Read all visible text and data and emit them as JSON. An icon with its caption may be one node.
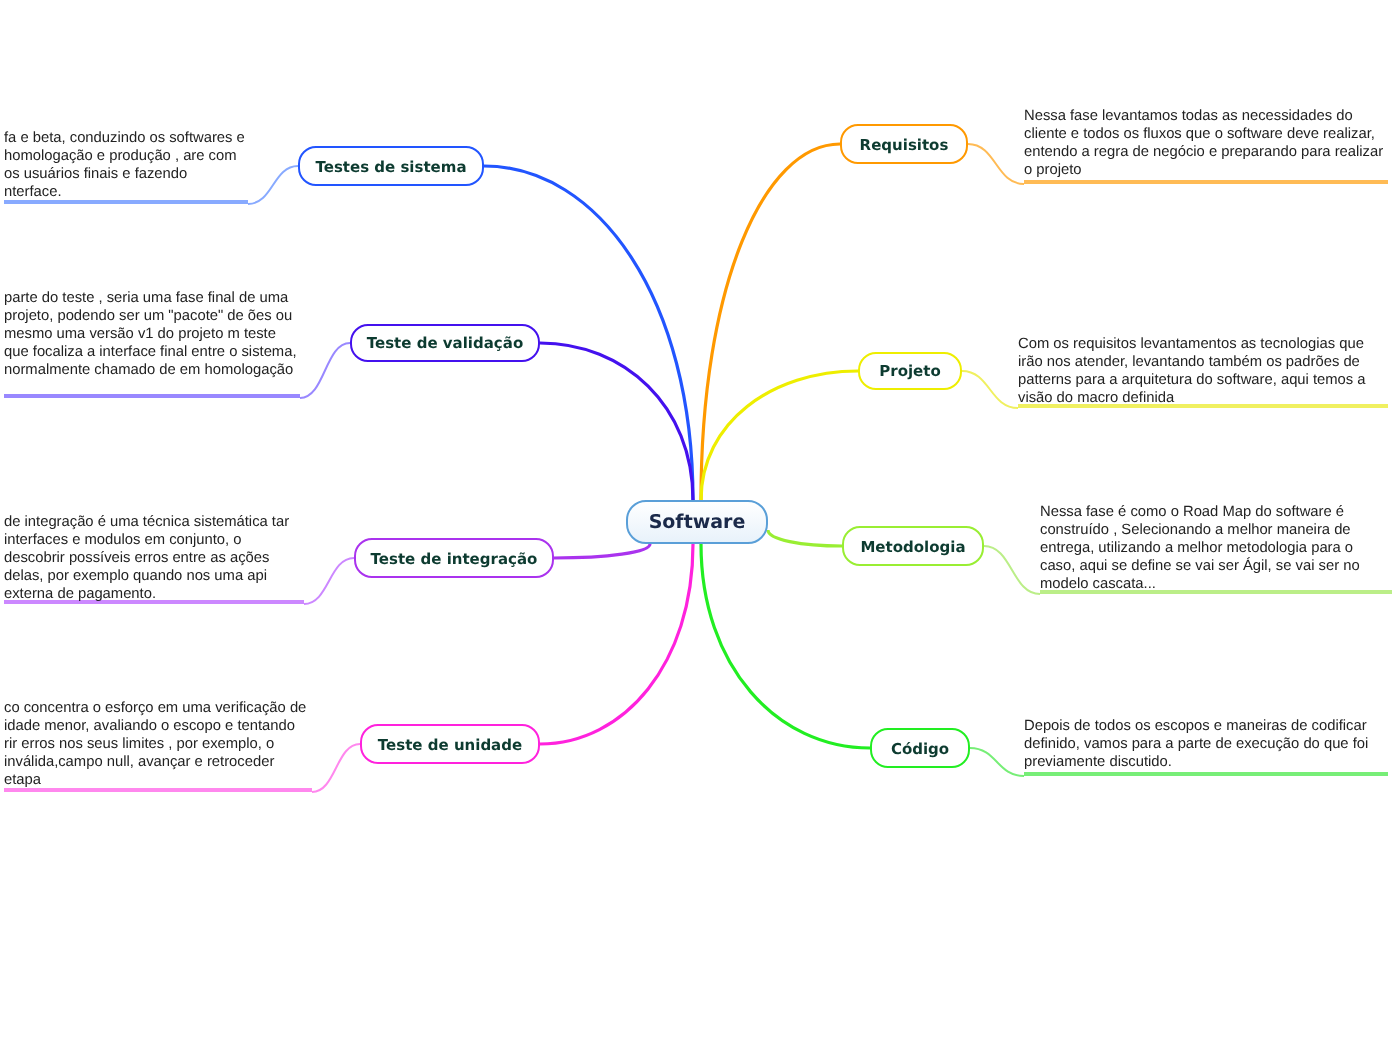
{
  "diagram": {
    "nodes": [
      {
        "text": [
          "Software"
        ]
      },
      {
        "text": [
          "Requisitos"
        ]
      },
      {
        "text": [
          "Nessa fase levantamos todas as necessidades do cliente e todos os fluxos que o software deve realizar, entendo a regra de negócio e preparando para realizar o projeto"
        ]
      },
      {
        "text": [
          "Projeto"
        ]
      },
      {
        "text": [
          "Com os requisitos levantamentos as tecnologias que irão nos atender, levantando também os padrões de patterns para a arquitetura do software, aqui temos a visão do macro definida"
        ]
      },
      {
        "text": [
          "Metodologia"
        ]
      },
      {
        "text": [
          "Nessa fase é como o Road Map do software é construído , Selecionando a melhor maneira de entrega, utilizando a melhor metodologia para o caso, aqui se define se vai ser Ágil, se vai ser no modelo cascata..."
        ]
      },
      {
        "text": [
          "Código"
        ]
      },
      {
        "text": [
          "Depois de todos os escopos e maneiras de codificar definido, vamos para a parte de execução do que foi previamente discutido."
        ]
      },
      {
        "text": [
          "Testes de sistema"
        ]
      },
      {
        "text": [
          "fa e beta, conduzindo os softwares e homologação e produção , are com os usuários finais e fazendo nterface."
        ]
      },
      {
        "text": [
          "Teste de validação"
        ]
      },
      {
        "text": [
          "parte do teste , seria uma fase final de uma projeto, podendo ser um \"pacote\" de ões ou mesmo uma versão v1 do projeto m teste que focaliza a interface final entre o sistema, normalmente chamado de em homologação"
        ]
      },
      {
        "text": [
          "Teste de integração"
        ]
      },
      {
        "text": [
          "de integração é uma técnica sistemática tar interfaces e modulos em conjunto, o descobrir possíveis erros entre as ações delas, por exemplo quando nos uma api externa de pagamento."
        ]
      },
      {
        "text": [
          "Teste de unidade"
        ]
      },
      {
        "text": [
          "co concentra o esforço em uma verificação de idade menor, avaliando o escopo e tentando rir erros nos seus limites , por exemplo, o inválida,campo null, avançar e retroceder etapa"
        ]
      }
    ],
    "edges": [
      {
        "from": 0,
        "to": 1,
        "arrow": "none",
        "color": "#ff9900"
      },
      {
        "from": 1,
        "to": 2,
        "arrow": "none",
        "color": "#ffbb55"
      },
      {
        "from": 0,
        "to": 3,
        "arrow": "none",
        "color": "#eeee00"
      },
      {
        "from": 3,
        "to": 4,
        "arrow": "none",
        "color": "#f0f060"
      },
      {
        "from": 0,
        "to": 5,
        "arrow": "none",
        "color": "#99ee33"
      },
      {
        "from": 5,
        "to": 6,
        "arrow": "none",
        "color": "#bbee88"
      },
      {
        "from": 0,
        "to": 7,
        "arrow": "none",
        "color": "#22ee22"
      },
      {
        "from": 7,
        "to": 8,
        "arrow": "none",
        "color": "#77ee77"
      },
      {
        "from": 0,
        "to": 9,
        "arrow": "none",
        "color": "#2255ff"
      },
      {
        "from": 9,
        "to": 10,
        "arrow": "none",
        "color": "#88aaff"
      },
      {
        "from": 0,
        "to": 11,
        "arrow": "none",
        "color": "#4411ee"
      },
      {
        "from": 11,
        "to": 12,
        "arrow": "none",
        "color": "#9988ff"
      },
      {
        "from": 0,
        "to": 13,
        "arrow": "none",
        "color": "#aa33ee"
      },
      {
        "from": 13,
        "to": 14,
        "arrow": "none",
        "color": "#cc88ff"
      },
      {
        "from": 0,
        "to": 15,
        "arrow": "none",
        "color": "#ff22dd"
      },
      {
        "from": 15,
        "to": 16,
        "arrow": "none",
        "color": "#ff88ee"
      }
    ]
  }
}
